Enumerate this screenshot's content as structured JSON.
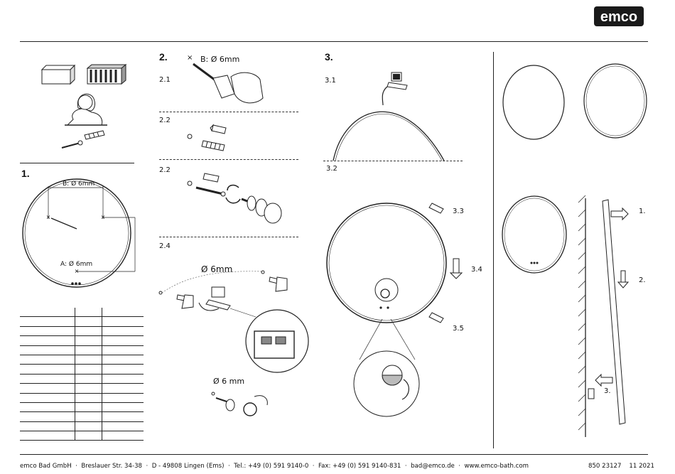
{
  "brand": {
    "logo_text": "emco"
  },
  "steps": {
    "s1": "1.",
    "s2": "2.",
    "s3": "3.",
    "s21": "2.1",
    "s22a": "2.2",
    "s22b": "2.2",
    "s24": "2.4",
    "s31": "3.1",
    "s32": "3.2"
  },
  "labels": {
    "drill_b": "B: Ø 6mm",
    "dim_b": "B: Ø 6mm",
    "dim_a": "A: Ø 6mm",
    "diameter_2_4": "Ø 6mm",
    "diameter_cap": "Ø 6 mm",
    "arrow_33": "3.3",
    "arrow_34": "3.4",
    "arrow_35": "3.5",
    "side_1": "1.",
    "side_2": "2.",
    "side_3": "3."
  },
  "footer": {
    "company": "emco Bad GmbH",
    "street": "Breslauer Str. 34-38",
    "city": "D - 49808 Lingen (Ems)",
    "tel": "Tel.: +49 (0) 591 9140-0",
    "fax": "Fax: +49 (0) 591 9140-831",
    "email": "bad@emco.de",
    "web": "www.emco-bath.com",
    "article": "850 23127",
    "date": "11 2021",
    "sep": "·"
  }
}
